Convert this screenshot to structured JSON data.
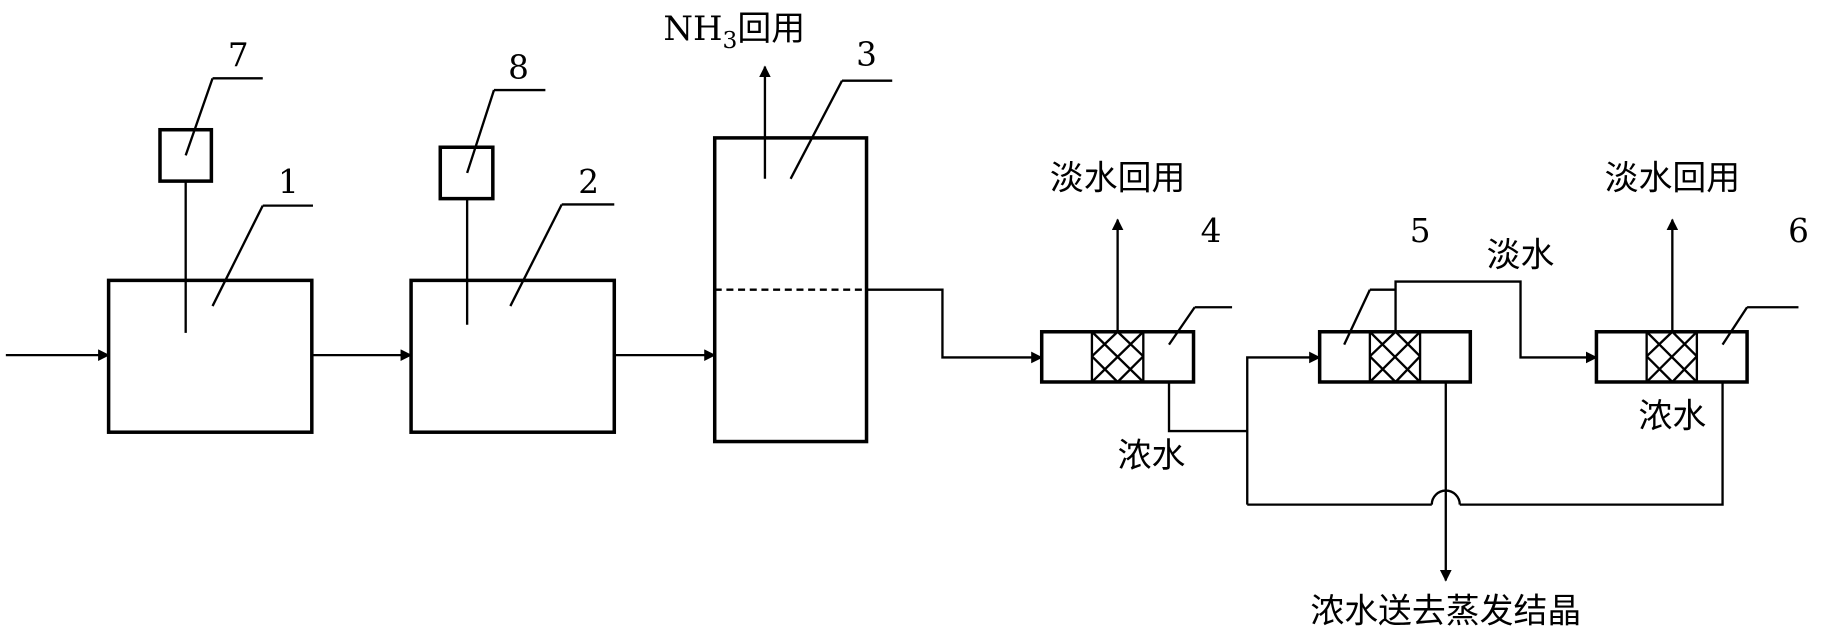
{
  "callouts": {
    "tank1": "1",
    "tank2": "2",
    "column3": "3",
    "unit4": "4",
    "unit5": "5",
    "unit6": "6",
    "doser7": "7",
    "doser8": "8"
  },
  "labels": {
    "nh3_prefix": "NH",
    "nh3_subscript": "3",
    "nh3_suffix": "回用",
    "fresh_water_reuse": "淡水回用",
    "concentrate": "浓水",
    "fresh_water": "淡水",
    "to_evaporation": "浓水送去蒸发结晶"
  }
}
